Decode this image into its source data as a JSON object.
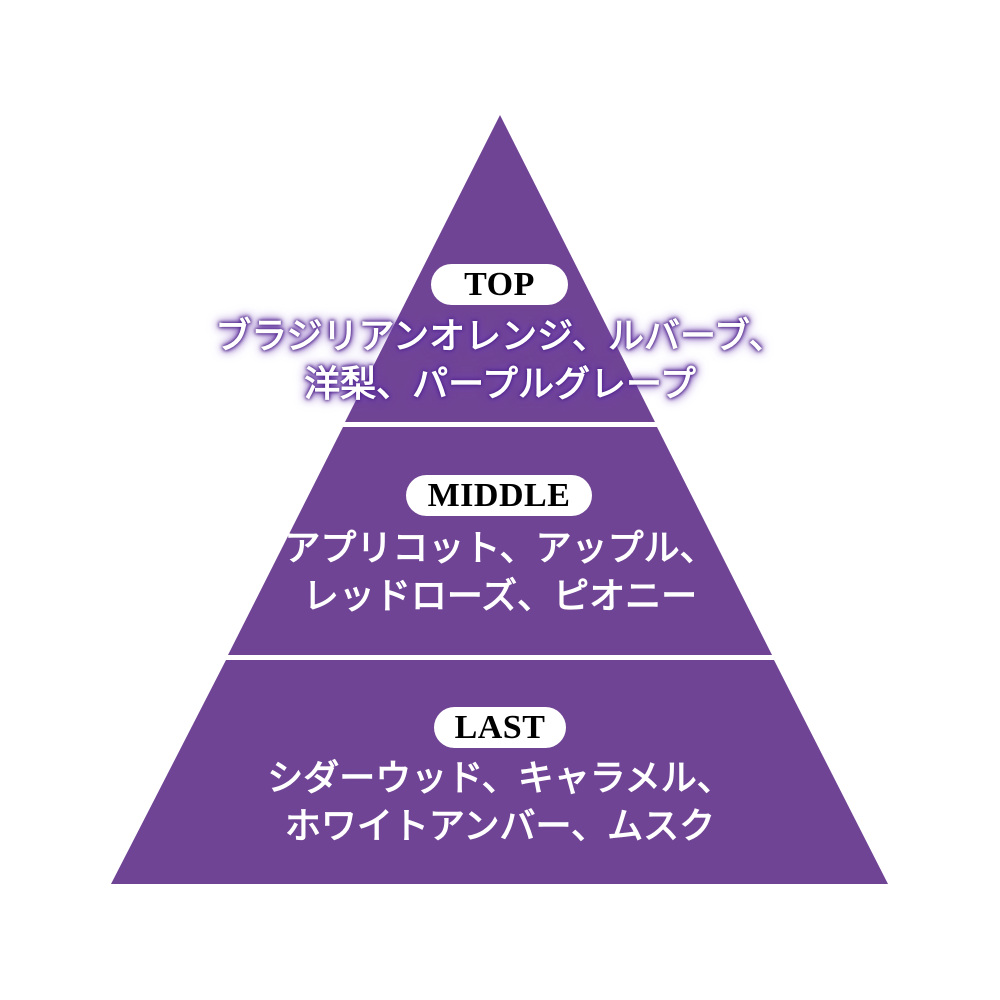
{
  "colors": {
    "tier_fill": "#704495",
    "divider": "#ffffff",
    "pill_bg": "#ffffff",
    "label_text": "#000000",
    "notes_text": "#ffffff",
    "background": "#ffffff"
  },
  "pyramid": {
    "tiers": [
      {
        "label": "TOP",
        "notes": {
          "line1": "ブラジリアンオレンジ、ルバーブ、",
          "line2": "洋梨、パープルグレープ"
        }
      },
      {
        "label": "MIDDLE",
        "notes": {
          "line1": "アプリコット、アップル、",
          "line2": "レッドローズ、ピオニー"
        }
      },
      {
        "label": "LAST",
        "notes": {
          "line1": "シダーウッド、キャラメル、",
          "line2": "ホワイトアンバー、ムスク"
        }
      }
    ]
  }
}
